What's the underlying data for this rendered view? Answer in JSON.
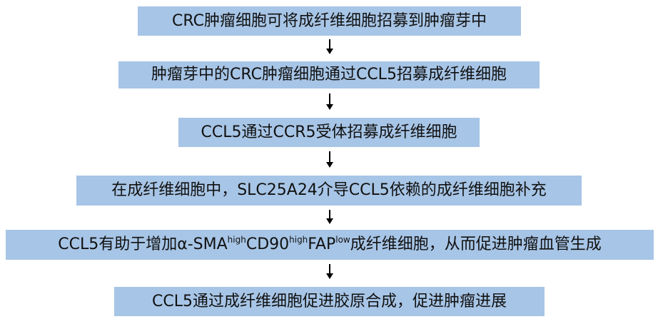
{
  "colors": {
    "box_fill": "#a7c5e6",
    "text": "#111111",
    "arrow": "#000000"
  },
  "steps": [
    {
      "text": "CRC肿瘤细胞可将成纤维细胞招募到肿瘤芽中"
    },
    {
      "text": "肿瘤芽中的CRC肿瘤细胞通过CCL5招募成纤维细胞"
    },
    {
      "text": "CCL5通过CCR5受体招募成纤维细胞"
    },
    {
      "text": "在成纤维细胞中，SLC25A24介导CCL5依赖的成纤维细胞补充"
    },
    {
      "prefix": "CCL5有助于增加α-SMA",
      "sup1": "high",
      "mid1": "CD90",
      "sup2": "high",
      "mid2": "FAP",
      "sup3": "low",
      "suffix": "成纤维细胞，从而促进肿瘤血管生成"
    },
    {
      "text": "CCL5通过成纤维细胞促进胶原合成，促进肿瘤进展"
    }
  ]
}
